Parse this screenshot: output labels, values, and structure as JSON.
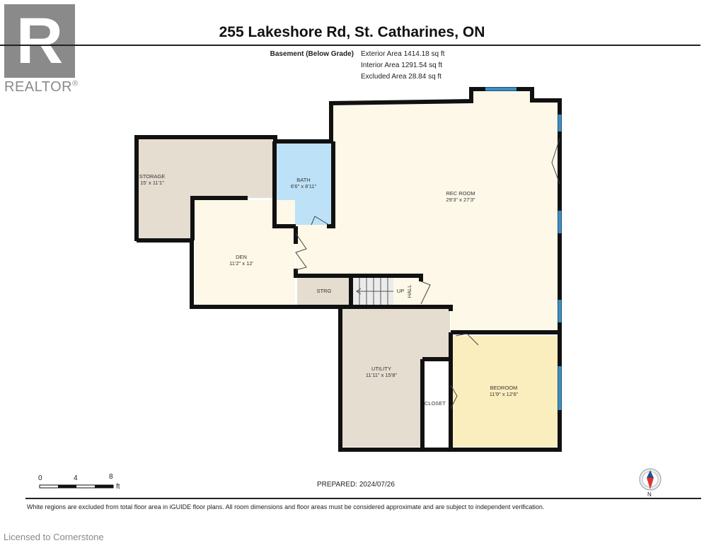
{
  "logo": {
    "brand": "REALTOR",
    "registered": "®",
    "letter": "R"
  },
  "header": {
    "title": "255 Lakeshore Rd, St. Catharines, ON",
    "level": "Basement (Below Grade)",
    "exterior_area": "Exterior Area 1414.18 sq ft",
    "interior_area": "Interior Area 1291.54 sq ft",
    "excluded_area": "Excluded Area 28.84 sq ft"
  },
  "rooms": {
    "storage": {
      "name": "STORAGE",
      "dims": "15' x 11'1\""
    },
    "bath": {
      "name": "BATH",
      "dims": "6'6\" x 8'11\""
    },
    "rec": {
      "name": "REC ROOM",
      "dims": "29'3\" x 27'3\""
    },
    "den": {
      "name": "DEN",
      "dims": "11'2\" x 12'"
    },
    "strg": {
      "name": "STRG"
    },
    "up": {
      "name": "UP"
    },
    "hall": {
      "name": "HALL"
    },
    "utility": {
      "name": "UTILITY",
      "dims": "11'11\" x 15'8\""
    },
    "closet": {
      "name": "CLOSET"
    },
    "bedroom": {
      "name": "BEDROOM",
      "dims": "11'9\" x 12'6\""
    }
  },
  "scale": {
    "ticks": [
      "0",
      "4",
      "8"
    ],
    "unit": "ft"
  },
  "prepared": "PREPARED: 2024/07/26",
  "compass": {
    "label": "N"
  },
  "footer": {
    "disclaimer": "White regions are excluded from total floor area in iGUIDE floor plans. All room dimensions and floor areas must be considered approximate and are subject to independent verification.",
    "licensed": "Licensed to Cornerstone"
  },
  "colors": {
    "wall": "#111111",
    "window": "#3d8fc4",
    "storage": "#e5ddd0",
    "bath": "#bde2f7",
    "rec": "#fdf8e7",
    "bedroom": "#fbeebe"
  }
}
